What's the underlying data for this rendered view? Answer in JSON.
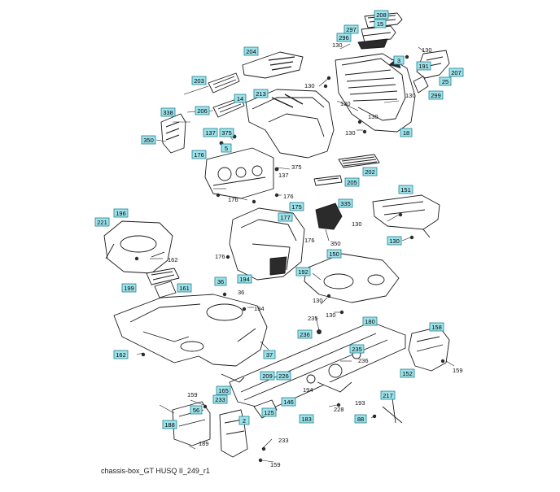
{
  "caption": "chassis-box_GT HUSQ II_249_r1",
  "colors": {
    "line": "#1a1a1a",
    "callout_fill": "#9fe3ea",
    "callout_stroke": "#1f7f93",
    "part_fill": "#ffffff",
    "dark_fill": "#2b2b2b"
  },
  "callouts": [
    {
      "id": "c208",
      "label": "208"
    },
    {
      "id": "c15",
      "label": "15"
    },
    {
      "id": "c297",
      "label": "297"
    },
    {
      "id": "c296",
      "label": "296"
    },
    {
      "id": "c3",
      "label": "3"
    },
    {
      "id": "c204",
      "label": "204"
    },
    {
      "id": "c191",
      "label": "191"
    },
    {
      "id": "c207",
      "label": "207"
    },
    {
      "id": "c203",
      "label": "203"
    },
    {
      "id": "c25",
      "label": "25"
    },
    {
      "id": "c213",
      "label": "213"
    },
    {
      "id": "c14",
      "label": "14"
    },
    {
      "id": "c299",
      "label": "299"
    },
    {
      "id": "c206",
      "label": "206"
    },
    {
      "id": "c338",
      "label": "338"
    },
    {
      "id": "c18",
      "label": "18"
    },
    {
      "id": "c137",
      "label": "137"
    },
    {
      "id": "c375a",
      "label": "375"
    },
    {
      "id": "c350a",
      "label": "350"
    },
    {
      "id": "c5",
      "label": "5"
    },
    {
      "id": "c176a",
      "label": "176"
    },
    {
      "id": "c202",
      "label": "202"
    },
    {
      "id": "c205",
      "label": "205"
    },
    {
      "id": "c151",
      "label": "151"
    },
    {
      "id": "c175",
      "label": "175"
    },
    {
      "id": "c335",
      "label": "335"
    },
    {
      "id": "c196",
      "label": "196"
    },
    {
      "id": "c221",
      "label": "221"
    },
    {
      "id": "c177",
      "label": "177"
    },
    {
      "id": "c130d",
      "label": "130"
    },
    {
      "id": "c150",
      "label": "150"
    },
    {
      "id": "c192",
      "label": "192"
    },
    {
      "id": "c36a",
      "label": "36"
    },
    {
      "id": "c194a",
      "label": "194"
    },
    {
      "id": "c161",
      "label": "161"
    },
    {
      "id": "c199",
      "label": "199"
    },
    {
      "id": "c180",
      "label": "180"
    },
    {
      "id": "c158",
      "label": "158"
    },
    {
      "id": "c236a",
      "label": "236"
    },
    {
      "id": "c235b",
      "label": "235"
    },
    {
      "id": "c37",
      "label": "37"
    },
    {
      "id": "c162a",
      "label": "162"
    },
    {
      "id": "c152",
      "label": "152"
    },
    {
      "id": "c209",
      "label": "209"
    },
    {
      "id": "c226",
      "label": "226"
    },
    {
      "id": "c165",
      "label": "165"
    },
    {
      "id": "c233a",
      "label": "233"
    },
    {
      "id": "c56",
      "label": "56"
    },
    {
      "id": "c146",
      "label": "146"
    },
    {
      "id": "c125",
      "label": "125"
    },
    {
      "id": "c217",
      "label": "217"
    },
    {
      "id": "c2",
      "label": "2"
    },
    {
      "id": "c183",
      "label": "183"
    },
    {
      "id": "c88",
      "label": "88"
    },
    {
      "id": "c188",
      "label": "188"
    }
  ],
  "plain_labels": [
    {
      "id": "t130a",
      "label": "130"
    },
    {
      "id": "t130b",
      "label": "130"
    },
    {
      "id": "t130c",
      "label": "130"
    },
    {
      "id": "t130e",
      "label": "130"
    },
    {
      "id": "t130f",
      "label": "130"
    },
    {
      "id": "t130g",
      "label": "130"
    },
    {
      "id": "t130h",
      "label": "130"
    },
    {
      "id": "t130i",
      "label": "130"
    },
    {
      "id": "t130j",
      "label": "130"
    },
    {
      "id": "t130k",
      "label": "130"
    },
    {
      "id": "t137b",
      "label": "137"
    },
    {
      "id": "t375b",
      "label": "375"
    },
    {
      "id": "t176b",
      "label": "176"
    },
    {
      "id": "t176c",
      "label": "176"
    },
    {
      "id": "t176d",
      "label": "176"
    },
    {
      "id": "t176e",
      "label": "176"
    },
    {
      "id": "t162b",
      "label": "162"
    },
    {
      "id": "t350b",
      "label": "350"
    },
    {
      "id": "t36b",
      "label": "36"
    },
    {
      "id": "t194b",
      "label": "194"
    },
    {
      "id": "t194c",
      "label": "194"
    },
    {
      "id": "t235a",
      "label": "235"
    },
    {
      "id": "t236b",
      "label": "236"
    },
    {
      "id": "t159a",
      "label": "159"
    },
    {
      "id": "t159b",
      "label": "159"
    },
    {
      "id": "t159c",
      "label": "159"
    },
    {
      "id": "t189",
      "label": "189"
    },
    {
      "id": "t233b",
      "label": "233"
    },
    {
      "id": "t193",
      "label": "193"
    },
    {
      "id": "t228",
      "label": "228"
    }
  ]
}
